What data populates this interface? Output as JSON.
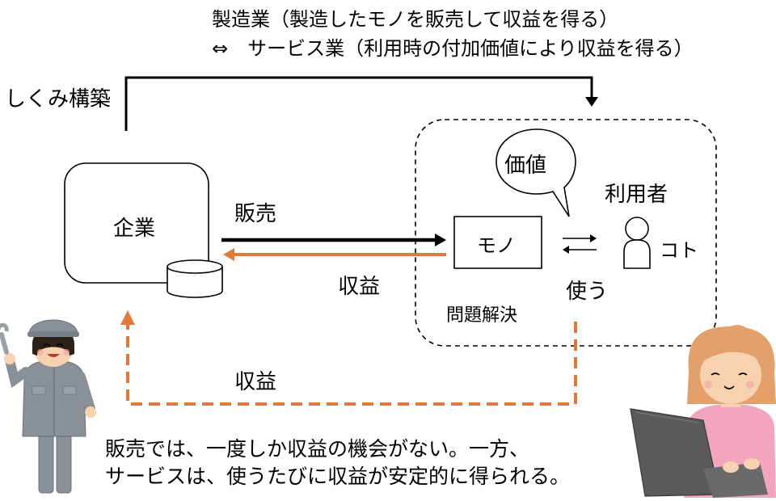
{
  "header": {
    "line1": "製造業（製造したモノを販売して収益を得る）",
    "line2": "⇔　サービス業（利用時の付加価値により収益を得る）"
  },
  "labels": {
    "build": "しくみ構築",
    "company": "企業",
    "sell": "販売",
    "revenue_direct": "収益",
    "revenue_service": "収益",
    "product": "モノ",
    "value": "価値",
    "user": "利用者",
    "koto": "コト",
    "use": "使う",
    "problem_solving": "問題解決"
  },
  "caption": {
    "line1": "販売では、一度しか収益の機会がない。一方、",
    "line2": "サービスは、使うたびに収益が安定的に得られる。"
  },
  "colors": {
    "line": "#000000",
    "orange": "#e07a3a",
    "worker_uniform": "#8a9098",
    "worker_skin": "#f8d2b0",
    "user_shirt": "#f2a5bd",
    "user_hair": "#e3a06a",
    "laptop": "#5a5a5a"
  }
}
